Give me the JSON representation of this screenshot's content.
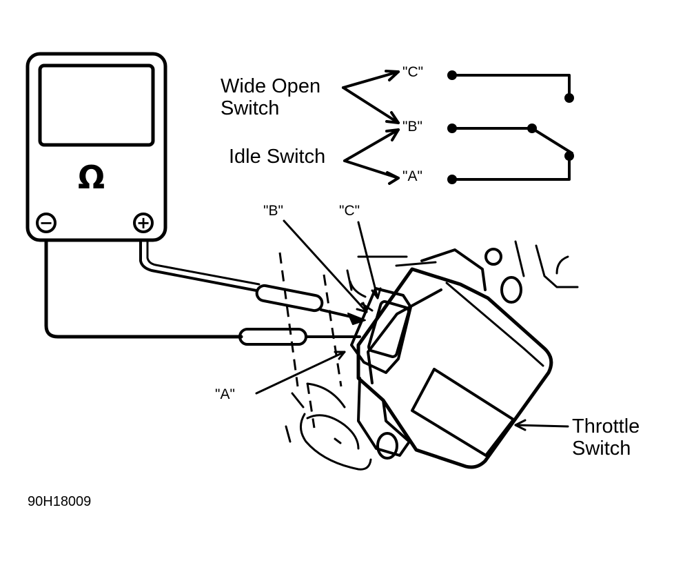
{
  "schematic": {
    "wide_open_switch_label": "Wide Open\nSwitch",
    "idle_switch_label": "Idle Switch",
    "terminal_c": "\"C\"",
    "terminal_b": "\"B\"",
    "terminal_a": "\"A\""
  },
  "meter": {
    "symbol": "Ω",
    "negative_terminal": "−",
    "positive_terminal": "+"
  },
  "callouts": {
    "terminal_b": "\"B\"",
    "terminal_c": "\"C\"",
    "terminal_a": "\"A\"",
    "throttle_switch": "Throttle\nSwitch"
  },
  "figure_code": "90H18009"
}
